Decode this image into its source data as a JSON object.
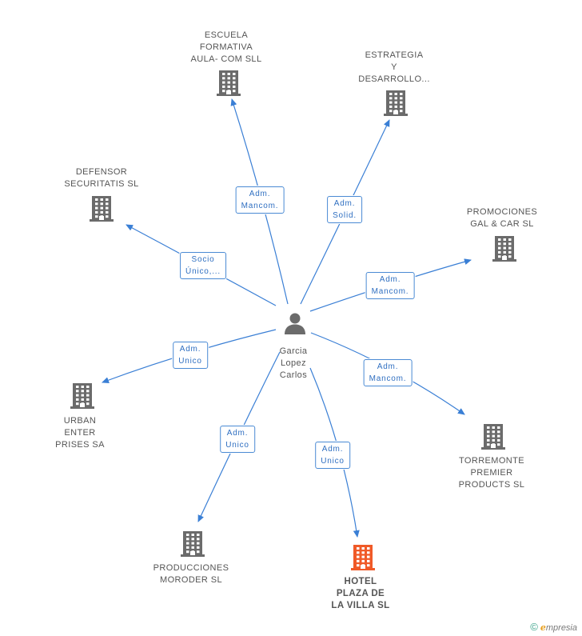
{
  "center": {
    "name_lines": [
      "Garcia",
      "Lopez",
      "Carlos"
    ],
    "icon": "person-icon"
  },
  "nodes": [
    {
      "id": "escuela",
      "lines": [
        "ESCUELA",
        "FORMATIVA",
        "AULA- COM SLL"
      ],
      "highlight": false,
      "icon": "building-icon"
    },
    {
      "id": "estrategia",
      "lines": [
        "ESTRATEGIA",
        "Y",
        "DESARROLLO..."
      ],
      "highlight": false,
      "icon": "building-icon"
    },
    {
      "id": "defensor",
      "lines": [
        "DEFENSOR",
        "SECURITATIS SL"
      ],
      "highlight": false,
      "icon": "building-icon"
    },
    {
      "id": "promociones",
      "lines": [
        "PROMOCIONES",
        "GAL & CAR  SL"
      ],
      "highlight": false,
      "icon": "building-icon"
    },
    {
      "id": "urban",
      "lines": [
        "URBAN",
        "ENTER",
        "PRISES SA"
      ],
      "highlight": false,
      "icon": "building-icon"
    },
    {
      "id": "torremonte",
      "lines": [
        "TORREMONTE",
        "PREMIER",
        "PRODUCTS SL"
      ],
      "highlight": false,
      "icon": "building-icon"
    },
    {
      "id": "producciones",
      "lines": [
        "PRODUCCIONES",
        "MORODER SL"
      ],
      "highlight": false,
      "icon": "building-icon"
    },
    {
      "id": "hotel",
      "lines": [
        "HOTEL",
        "PLAZA DE",
        "LA VILLA SL"
      ],
      "highlight": true,
      "icon": "building-icon"
    }
  ],
  "edges": [
    {
      "to": "escuela",
      "label_lines": [
        "Adm.",
        "Mancom."
      ]
    },
    {
      "to": "estrategia",
      "label_lines": [
        "Adm.",
        "Solid."
      ]
    },
    {
      "to": "defensor",
      "label_lines": [
        "Socio",
        "Único,..."
      ]
    },
    {
      "to": "promociones",
      "label_lines": [
        "Adm.",
        "Mancom."
      ]
    },
    {
      "to": "urban",
      "label_lines": [
        "Adm.",
        "Unico"
      ]
    },
    {
      "to": "torremonte",
      "label_lines": [
        "Adm.",
        "Mancom."
      ]
    },
    {
      "to": "producciones",
      "label_lines": [
        "Adm.",
        "Unico"
      ]
    },
    {
      "to": "hotel",
      "label_lines": [
        "Adm.",
        "Unico"
      ]
    }
  ],
  "colors": {
    "edge": "#3a7fd5",
    "building": "#6b6b6b",
    "building_highlight": "#f05a28",
    "person": "#6b6b6b"
  },
  "brand": {
    "copyright_symbol": "©",
    "first_letter": "e",
    "rest": "mpresia"
  }
}
